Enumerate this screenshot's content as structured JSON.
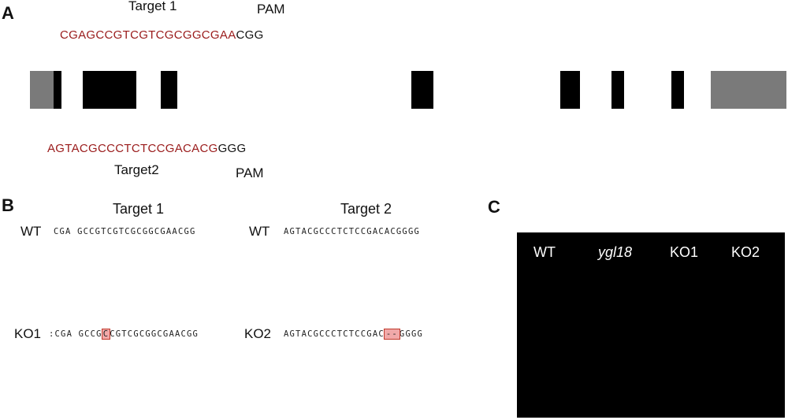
{
  "panel_a": {
    "letter": "A",
    "target1_label": "Target 1",
    "pam1_label": "PAM",
    "target1_seq": "CGAGCCGTCGTCGCGGCGAA",
    "pam1_seq": "CGG",
    "target2_seq": "AGTACGCCCTCTCCGACACG",
    "pam2_seq": "GGG",
    "target2_label": "Target2",
    "pam2_label": "PAM"
  },
  "panel_b": {
    "letter": "B",
    "target1_title": "Target 1",
    "target2_title": "Target 2",
    "wt_label_1": "WT",
    "wt_label_2": "WT",
    "ko1_label": "KO1",
    "ko2_label": "KO2",
    "wt1_seq": "CGA GCCGTCGTCGCGGCGAACGG",
    "ko1_seq_pre": ":CGA GCCG",
    "ko1_seq_mut": "C",
    "ko1_seq_post": "CGTCGCGGCGAACGG",
    "wt2_seq": "AGTACGCCCTCTCCGACACGGGG",
    "ko2_seq_pre": "AGTACGCCCTCTCCGAC",
    "ko2_seq_mut": "--",
    "ko2_seq_post": "GGGG"
  },
  "panel_c": {
    "letter": "C",
    "plants": [
      "WT",
      "ygl18",
      "KO1",
      "KO2"
    ]
  },
  "colors": {
    "target_red": "#9a1b1b",
    "exon": "#000000",
    "utr": "#7a7a7a",
    "trace_bg": "#fbf5e6",
    "mutation_box": "#f1a9a9",
    "trace_a": "#2ca02c",
    "trace_c": "#3a53c9",
    "trace_g": "#111111",
    "trace_t": "#d62728"
  }
}
